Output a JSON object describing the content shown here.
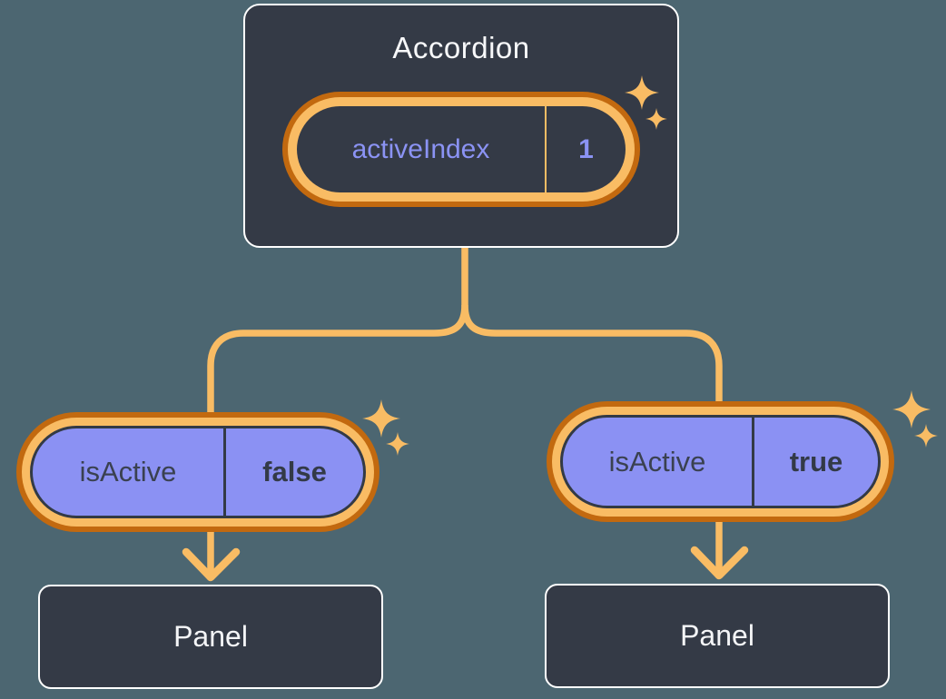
{
  "diagram": {
    "accordion": {
      "label": "Accordion",
      "state": {
        "name": "activeIndex",
        "value": "1"
      }
    },
    "children": [
      {
        "prop": {
          "name": "isActive",
          "value": "false"
        },
        "panel_label": "Panel"
      },
      {
        "prop": {
          "name": "isActive",
          "value": "true"
        },
        "panel_label": "Panel"
      }
    ]
  },
  "icons": {
    "sparkle": "four-point-star"
  },
  "colors": {
    "background": "#4c6671",
    "node_card": "#343a46",
    "node_border": "#ffffff",
    "node_text": "#f7f8fa",
    "connector_orange": "#f9bc64",
    "ring_dark_orange": "#c2690f",
    "pill_purple": "#8b91f3",
    "purple_text": "#8b93f4",
    "dark_text_on_purple": "#3a4150"
  }
}
